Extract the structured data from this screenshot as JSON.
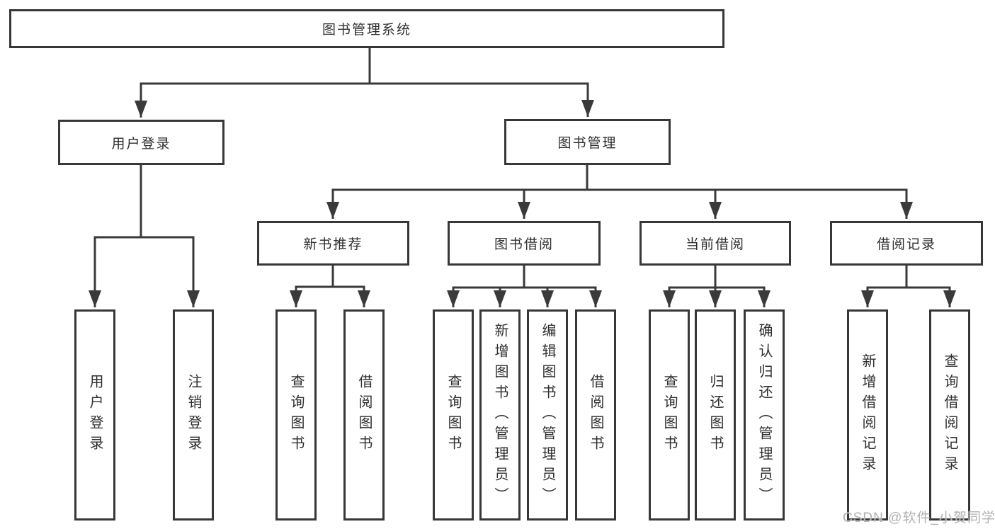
{
  "tree": {
    "label": "图书管理系统",
    "children": [
      {
        "label": "用户登录",
        "children": [
          {
            "label": "用户登录"
          },
          {
            "label": "注销登录"
          }
        ]
      },
      {
        "label": "图书管理",
        "children": [
          {
            "label": "新书推荐",
            "children": [
              {
                "label": "查询图书"
              },
              {
                "label": "借阅图书"
              }
            ]
          },
          {
            "label": "图书借阅",
            "children": [
              {
                "label": "查询图书"
              },
              {
                "label": "新增图书（管理员）"
              },
              {
                "label": "编辑图书（管理员）"
              },
              {
                "label": "借阅图书"
              }
            ]
          },
          {
            "label": "当前借阅",
            "children": [
              {
                "label": "查询图书"
              },
              {
                "label": "归还图书"
              },
              {
                "label": "确认归还（管理员）"
              }
            ]
          },
          {
            "label": "借阅记录",
            "children": [
              {
                "label": "新增借阅记录"
              },
              {
                "label": "查询借阅记录"
              }
            ]
          }
        ]
      }
    ]
  },
  "watermark": {
    "text": "CSDN @软件_小贺同学"
  },
  "colors": {
    "line": "#3a3a3a",
    "box_border": "#373737",
    "text": "#2e2e2e",
    "watermark": "#b1b1b1",
    "background": "#ffffff"
  }
}
